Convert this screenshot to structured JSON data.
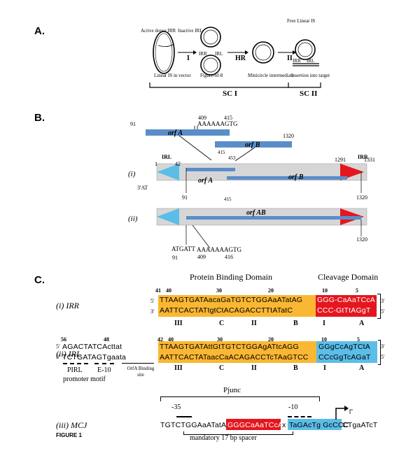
{
  "panel_a": {
    "label": "A.",
    "active_donor": "Active donor IRR",
    "inactive": "Inactive IRL",
    "step_1": "I",
    "step_hr": "HR",
    "step_2": "II",
    "free_linear": "Free Linear IS",
    "irr": "IRR",
    "irl": "IRL",
    "linear_is": "Linear IS in vector",
    "figure8": "Figure-of-8",
    "minicircle": "Minicircle intermediate",
    "insertion": "Insertion into target",
    "sc1": "SC I",
    "sc2": "SC II"
  },
  "panel_b": {
    "label": "B.",
    "seq_top": "AAAAAAGTG",
    "pos_409": "409",
    "pos_415": "415",
    "pos_91": "91",
    "orf_a": "orf A",
    "orf_b": "orf B",
    "pos_1320": "1320",
    "pos_415_small": "415",
    "pos_453": "453",
    "irl": "IRL",
    "irr": "IRR",
    "pos_1": "1",
    "pos_42": "42",
    "pos_1291": "1291",
    "pos_1331": "1331",
    "row_i": "(i)",
    "three_at": "3'AT",
    "row_ii": "(ii)",
    "orf_ab": "orf AB",
    "atg": "ATGATT",
    "seq_bottom": "AAAAAAAGTG",
    "pos_416": "416"
  },
  "panel_c": {
    "label": "C.",
    "pbd": "Protein Binding Domain",
    "cleavage": "Cleavage Domain",
    "irr_label": "(i) IRR",
    "irl_label": "(ii) IRL",
    "mcj_label": "(iii) MCJ",
    "n41": "41",
    "n40": "40",
    "n30": "30",
    "n20": "20",
    "n10": "10",
    "n5": "5",
    "n56": "56",
    "n48": "48",
    "n42": "42",
    "five": "5'",
    "three": "3'",
    "irr_top_y": "TTAAGTGATAacaGaTGTCTGGAaATatAG",
    "irr_top_r": "GGG-CaAaTCcA",
    "irr_bot_y": "AATTCACTATtgtCtACAGACCTTtATatC",
    "irr_bot_r": "CCC-GtTtAGgT",
    "irl_pre_top": "AGACTATCActtat",
    "irl_pre_bot": "TCTGATAGTgaata",
    "irl_top_y": "TTAAGTGATAttGtTGTCTGGAgATtcAGG",
    "irl_top_b": "GGgCcAgTCtA",
    "irl_bot_y": "AATTCACTATaacCaACAGACCTcTAaGTCC",
    "irl_bot_b": "CCcGgTcAGaT",
    "box_III": "III",
    "box_C": "C",
    "box_II": "II",
    "box_B": "B",
    "box_I": "I",
    "box_A": "A",
    "pirl": "PIRL",
    "e10": "E-10",
    "promoter_motif": "promoter motif",
    "orfa_binding": "OrfA Binding site",
    "pjunc": "Pjunc",
    "m35": "-35",
    "m10": "-10",
    "mcj_seq_a": "TGTCTGGAaATatAG",
    "mcj_seq_red": "GGGCaAaTCcA",
    "mcj_seq_x": "x",
    "mcj_seq_blue": "TaGAcTg GcCCC",
    "mcj_seq_c": "CTgaATcT",
    "spacer": "mandatory 17 bp spacer",
    "figure": "FIGURE 1"
  },
  "colors": {
    "yellow": "#f9b733",
    "red": "#e4161e",
    "cyan": "#5bbde8",
    "orf_blue": "#5b8dc9",
    "grey_bar": "#d6d6d6"
  }
}
